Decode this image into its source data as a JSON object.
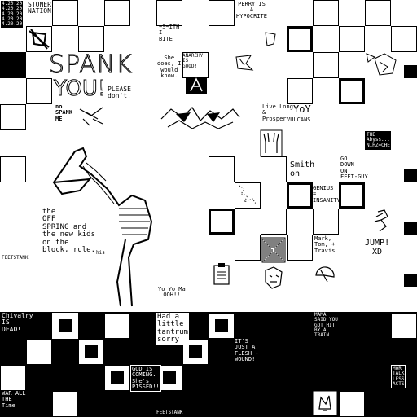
{
  "texts": {
    "stoner_dates": "4.20.20\n4.20.20\n4.20.20\n4.20.20\n4.20.20",
    "stoner_nation": "STONER\nNATION",
    "perry": "PERRY IS\nA\nHYPOCRITE",
    "smith_bite": "~S~ITH\nI\nBITE",
    "she_does": "She\ndoes, I\nwould\nknow.",
    "anarchy": "ANARCHY\nIS\nGOOD!",
    "spank": "SPANK",
    "you": "YOU!",
    "please": "PLEASE\ndon't.",
    "no_spank": "no!\nSPANK\nME!",
    "live_long": "Live Long\n&\nProsper",
    "yoy": "YoY",
    "vulcans": "VULCANS",
    "abyss": "THE\nAbyss....\nNIHZ=CHE",
    "go_down": "GO\nDOWN\nON\nFEET-GUY",
    "smith_on": "Smith\non",
    "genius": "GENIUS\n=\nINSANITY",
    "offspring": "the\nOFF\nSPRING and\nthe new kids\non the\nblock, rule.",
    "his": "his",
    "feetstank_left": "FEETSTANK",
    "mark_tom": "Mark,\nTom, +\nTravis",
    "jump": "JUMP!\nXD",
    "yoyo": "Yo Yo Ma\nOOH!!",
    "chivalry": "Chivalry\nIS\nDEAD!",
    "had_tantrum": "Had a\nlittle\ntantrum\nsorry",
    "flesh_wound": "IT'S\nJUST A\nFLESH -\nWOUND!!",
    "mama": "MAMA\nSAID YOU\nGOT HIT\nBY A\nTRAIN.",
    "god_coming": "GOD IS\nCOMING.\nShe's\nPISSED!!",
    "war_all": "WAR ALL\nTHE\nTime",
    "feetstank_bottom": "FEETSTANK",
    "mor_less": "MOR\nTALK\nLESS\nACTS"
  },
  "icons": [
    "skull-sketch",
    "glasses-sketch",
    "anarchy-icon",
    "horse-skeleton",
    "vulcan-hand-icon",
    "vulcan-face-sketch",
    "clipboard-icon",
    "spiral-square-icon",
    "pacman-face-icon",
    "running-figure-icon",
    "crow-sketch",
    "face-sketch",
    "skull-face-icon"
  ]
}
